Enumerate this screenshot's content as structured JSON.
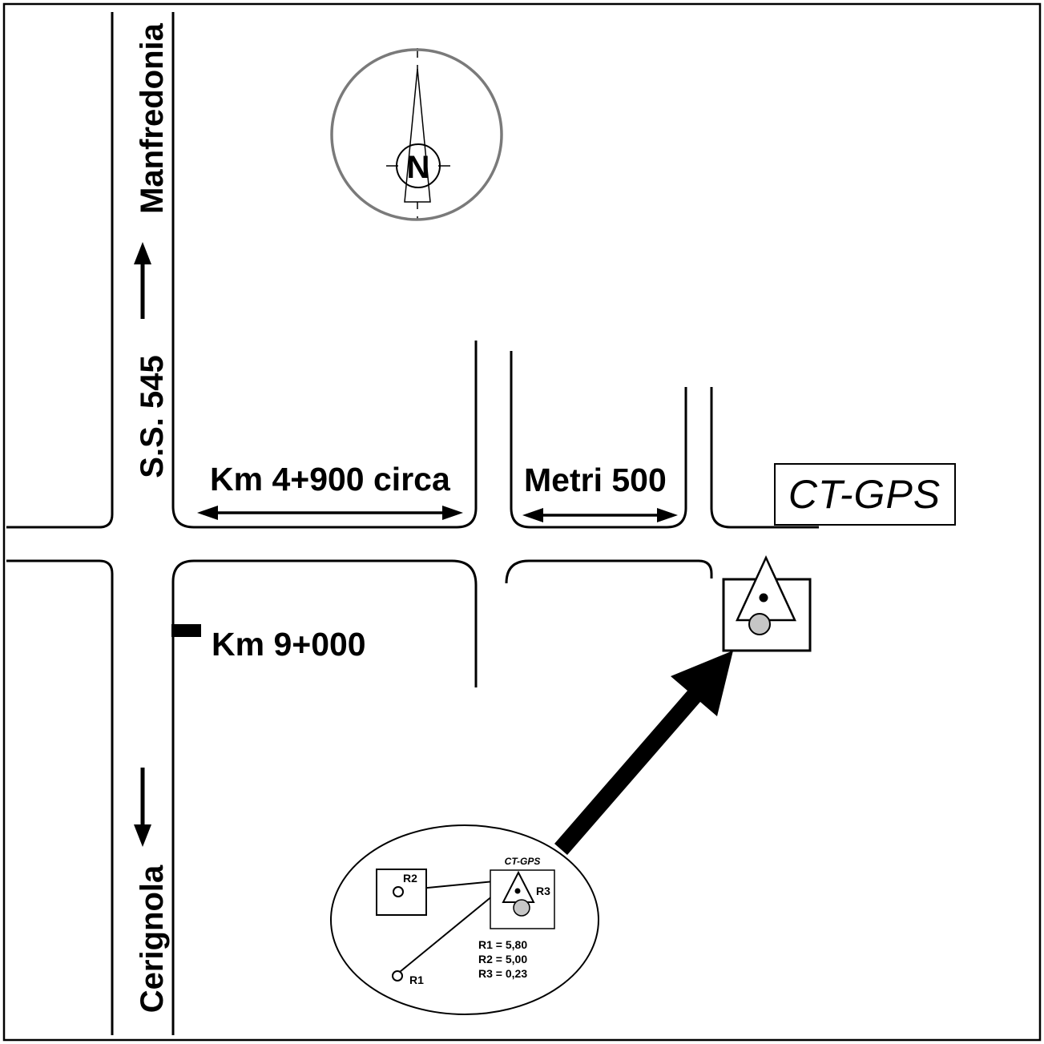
{
  "diagram": {
    "type": "location-sketch",
    "compass": {
      "north": "N"
    },
    "road": {
      "destination_north": "Manfredonia",
      "name": "S.S. 545",
      "destination_south": "Cerignola"
    },
    "distances": {
      "km_marker_segment": "Km 4+900 circa",
      "meters_segment": "Metri 500",
      "km_post": "Km 9+000"
    },
    "station": {
      "name": "CT-GPS"
    },
    "detail": {
      "station_label": "CT-GPS",
      "points": {
        "r1": "R1",
        "r2": "R2",
        "r3": "R3"
      },
      "measurements": [
        "R1 = 5,80",
        "R2 = 5,00",
        "R3 = 0,23"
      ]
    },
    "colors": {
      "ink": "#000000",
      "background": "#ffffff",
      "compass_ring": "#7a7a7a",
      "marker_fill": "#c6c6c6"
    }
  }
}
